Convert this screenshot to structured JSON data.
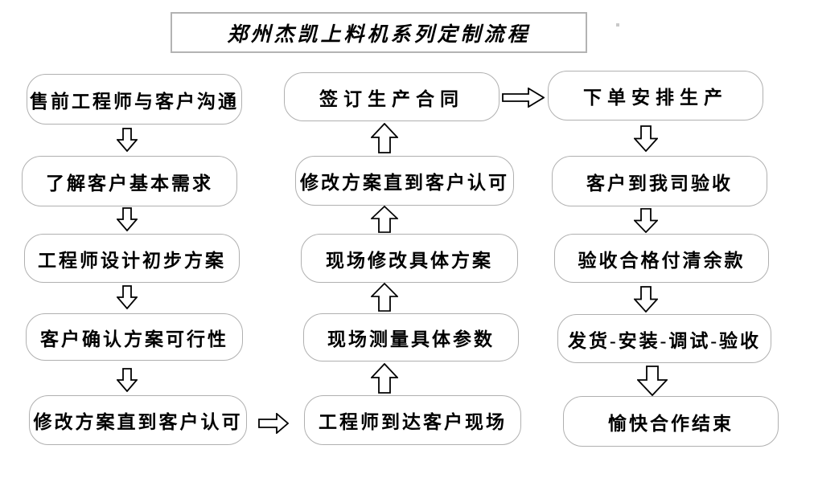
{
  "title": "郑州杰凯上料机系列定制流程",
  "flow": {
    "left": [
      "售前工程师与客户沟通",
      "了解客户基本需求",
      "工程师设计初步方案",
      "客户确认方案可行性",
      "修改方案直到客户认可"
    ],
    "middle": [
      "签订生产合同",
      "修改方案直到客户认可",
      "现场修改具体方案",
      "现场测量具体参数",
      "工程师到达客户现场"
    ],
    "right": [
      "下单安排生产",
      "客户到我司验收",
      "验收合格付清余款",
      "发货-安装-调试-验收",
      "愉快合作结束"
    ]
  },
  "icons": {
    "down_arrow": "hollow block arrow pointing down",
    "up_arrow": "hollow block arrow pointing up",
    "right_arrow": "hollow block arrow pointing right"
  },
  "colors": {
    "background": "#ffffff",
    "box_border": "#b0b0b0",
    "title_border": "#b3b3b3",
    "text": "#000000",
    "arrow_outline": "#000000",
    "arrow_fill": "#ffffff"
  }
}
